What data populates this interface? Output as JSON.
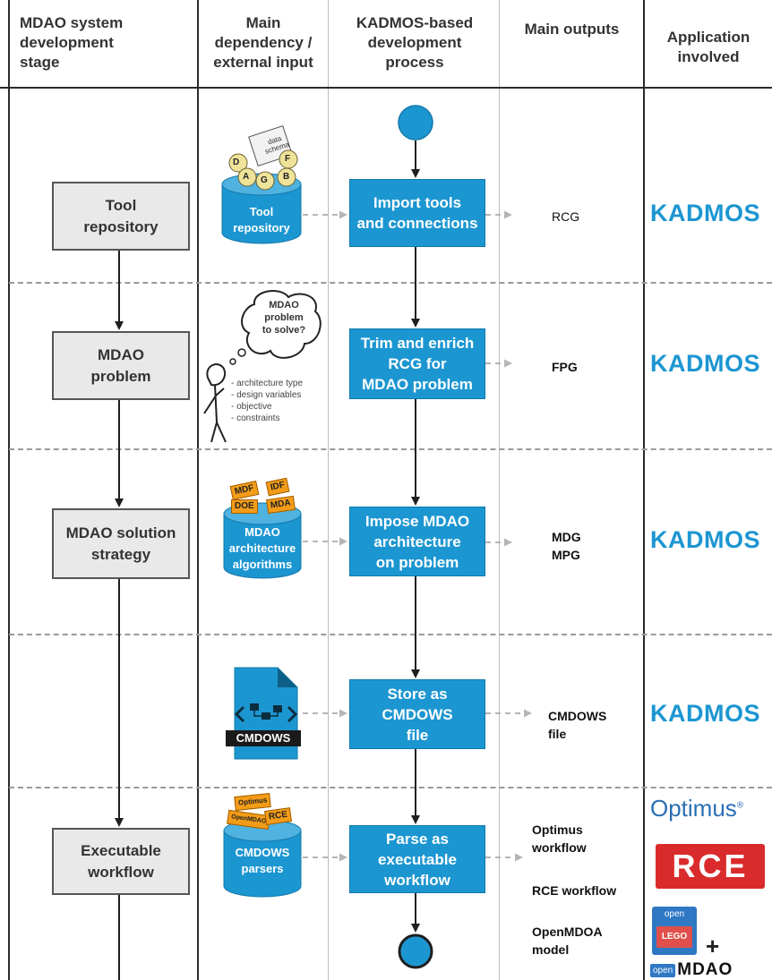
{
  "headers": {
    "stage": "MDAO system\ndevelopment\nstage",
    "dependency": "Main\ndependency /\nexternal input",
    "process": "KADMOS-based\ndevelopment\nprocess",
    "outputs": "Main outputs",
    "application": "Application\ninvolved"
  },
  "stages": {
    "tool_repository": "Tool\nrepository",
    "mdao_problem": "MDAO\nproblem",
    "solution_strategy": "MDAO solution\nstrategy",
    "executable_workflow": "Executable\nworkflow"
  },
  "inputs": {
    "tool_repo_cylinder": "Tool\nrepository",
    "tool_repo_cloud": "data\nschema",
    "tool_repo_balls": [
      "D",
      "A",
      "G",
      "F",
      "B"
    ],
    "problem_bubble": "MDAO\nproblem\nto solve?",
    "problem_notes": "- architecture type\n- design variables\n- objective\n- constraints",
    "architecture_cylinder": "MDAO\narchitecture\nalgorithms",
    "architecture_tags": [
      "MDF",
      "IDF",
      "DOE",
      "MDA"
    ],
    "cmdows_file": "CMDOWS",
    "parsers_cylinder": "CMDOWS\nparsers",
    "parsers_tags": [
      "Optimus",
      "OpenMDAO",
      "RCE"
    ]
  },
  "process": {
    "import": "Import tools\nand connections",
    "trim": "Trim and enrich\nRCG for\nMDAO problem",
    "impose": "Impose MDAO\narchitecture\non problem",
    "store": "Store as\nCMDOWS\nfile",
    "parse": "Parse as\nexecutable\nworkflow"
  },
  "outputs": {
    "rcg": "RCG",
    "fpg": "FPG",
    "mdg_mpg": "MDG\nMPG",
    "cmdows_file": "CMDOWS\nfile",
    "optimus_workflow": "Optimus\nworkflow",
    "rce_workflow": "RCE workflow",
    "openmdoa_model": "OpenMDOA\nmodel"
  },
  "applications": {
    "kadmos": "KADMOS",
    "optimus": "Optimus",
    "optimus_mark": "®",
    "rce": "RCE",
    "openlego_top": "open",
    "openlego_bottom": "LEGO",
    "plus": "+",
    "openmdao_prefix": "open",
    "openmdao_main": "MDAO"
  },
  "colors": {
    "process_blue": "#1c96d1",
    "stage_grey": "#e9e9e9",
    "tag_orange": "#f39c18",
    "rce_red": "#d92b2b"
  }
}
